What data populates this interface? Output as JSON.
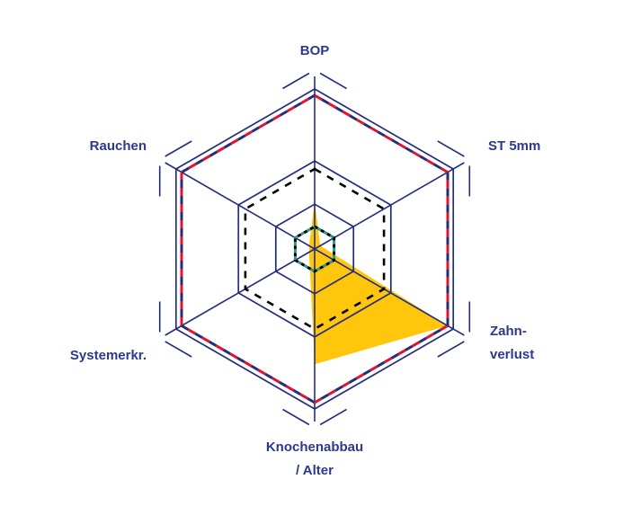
{
  "chart_data": {
    "type": "radar",
    "title": "",
    "axes": [
      {
        "id": "bop",
        "label_lines": [
          "BOP"
        ]
      },
      {
        "id": "st-5mm",
        "label_lines": [
          "ST 5mm"
        ]
      },
      {
        "id": "zahnverlust",
        "label_lines": [
          "Zahn-",
          "verlust"
        ]
      },
      {
        "id": "knochenabbau-alter",
        "label_lines": [
          "Knochenabbau",
          "/ Alter"
        ]
      },
      {
        "id": "systemerkr",
        "label_lines": [
          "Systemerkr."
        ]
      },
      {
        "id": "rauchen",
        "label_lines": [
          "Rauchen"
        ]
      }
    ],
    "scale": {
      "min": 0,
      "max": 1,
      "grid_rings": [
        0.28,
        0.55,
        1.0
      ]
    },
    "series": [
      {
        "name": "risk-profile-area",
        "style": "filled",
        "fill_color": "#FFC60B",
        "values": [
          0.3,
          0.04,
          0.96,
          0.72,
          0.04,
          0.04
        ]
      },
      {
        "name": "outer-reference",
        "style": "dashed-bicolor",
        "dash_colors": [
          "#E8112D",
          "#232E7F"
        ],
        "stroke_width": 3,
        "dash": 9,
        "values": [
          0.96,
          0.96,
          0.96,
          0.96,
          0.96,
          0.96
        ]
      },
      {
        "name": "mid-reference",
        "style": "dashed-bicolor",
        "dash_colors": [
          "#000000",
          null
        ],
        "stroke_width": 2.6,
        "dash": 8,
        "values": [
          0.5,
          0.5,
          0.5,
          0.5,
          0.5,
          0.5
        ]
      },
      {
        "name": "center-marker",
        "style": "dashed-bicolor",
        "dash_colors": [
          "#000000",
          "#1E9E8E"
        ],
        "stroke_width": 3,
        "dash": 4,
        "values": [
          0.14,
          0.14,
          0.14,
          0.14,
          0.14,
          0.14
        ]
      }
    ],
    "colors": {
      "grid": "#232E7F",
      "label": "#2B3990",
      "background": "#FFFFFF"
    },
    "legend": "none",
    "grid": "on"
  }
}
